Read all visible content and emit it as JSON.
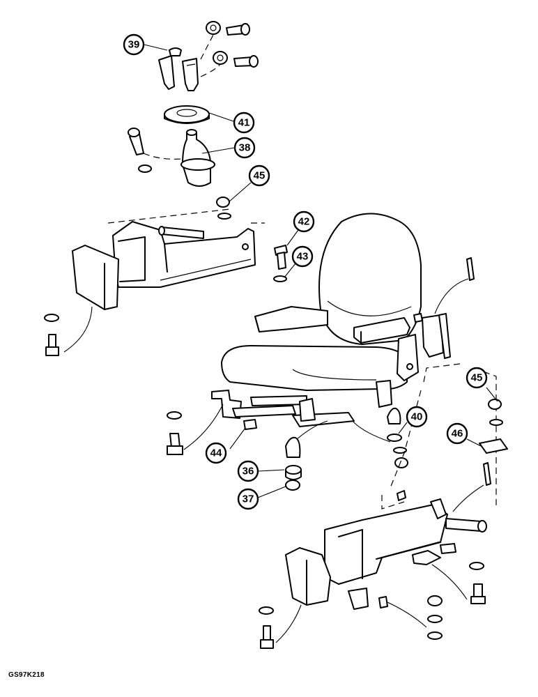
{
  "drawing_code": "GS97K218",
  "callouts": [
    {
      "id": "callout-39",
      "label": "39"
    },
    {
      "id": "callout-41",
      "label": "41"
    },
    {
      "id": "callout-38",
      "label": "38"
    },
    {
      "id": "callout-45-top",
      "label": "45"
    },
    {
      "id": "callout-42",
      "label": "42"
    },
    {
      "id": "callout-43",
      "label": "43"
    },
    {
      "id": "callout-45-right",
      "label": "45"
    },
    {
      "id": "callout-40",
      "label": "40"
    },
    {
      "id": "callout-46",
      "label": "46"
    },
    {
      "id": "callout-44",
      "label": "44"
    },
    {
      "id": "callout-36",
      "label": "36"
    },
    {
      "id": "callout-37",
      "label": "37"
    }
  ]
}
